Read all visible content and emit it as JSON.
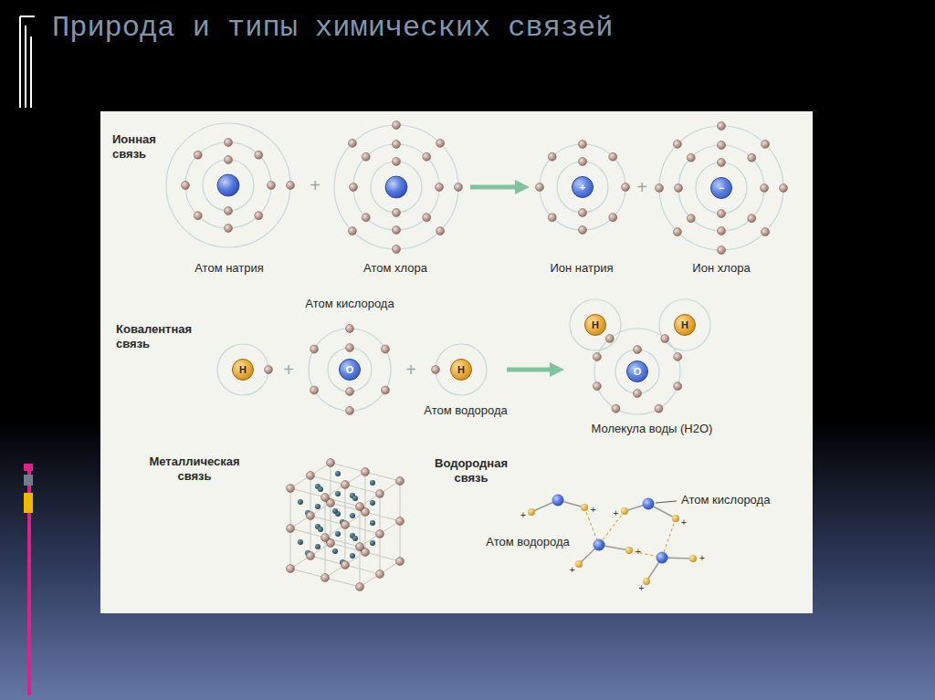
{
  "diagram": {
    "title": "Природа и типы химических связей",
    "nodes": [
      {
        "text": [
          "+"
        ]
      },
      {
        "text": [
          "−"
        ]
      },
      {
        "text": [
          "H"
        ]
      },
      {
        "text": [
          "O"
        ]
      },
      {
        "text": [
          "H"
        ]
      },
      {
        "text": [
          "H"
        ]
      },
      {
        "text": [
          "H"
        ]
      },
      {
        "text": [
          "O"
        ]
      }
    ],
    "labels": [
      "Ионная связь",
      "Атом натрия",
      "Атом хлора",
      "Ион натрия",
      "Ион хлора",
      "+",
      "+",
      "Ковалентная связь",
      "Атом кислорода",
      "+",
      "+",
      "Атом водорода",
      "Молекула воды (H2O)",
      "Металлическая связь",
      "Водородная связь",
      "Атом кислорода",
      "Атом водорода",
      "+",
      "+",
      "+",
      "+",
      "+",
      "+",
      "+",
      "+"
    ]
  }
}
